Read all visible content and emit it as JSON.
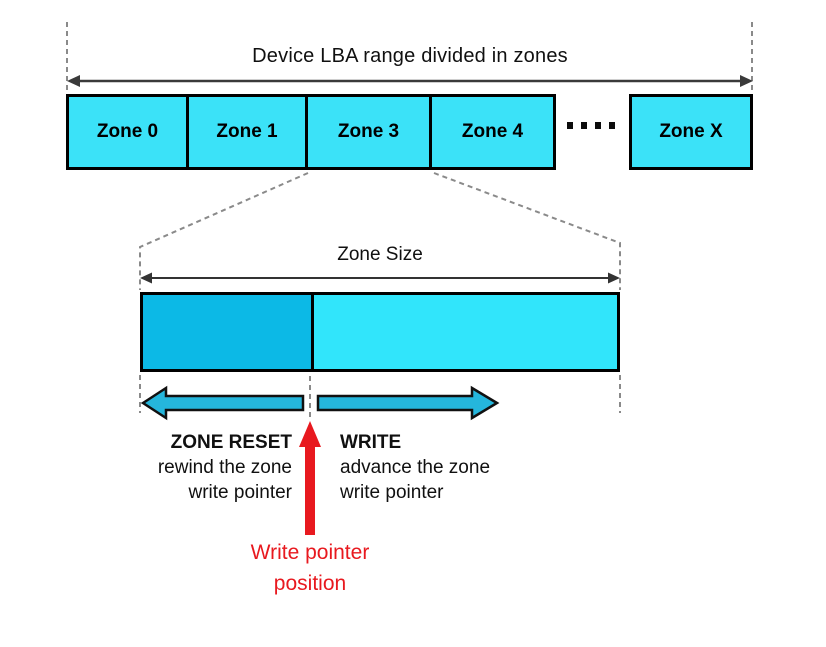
{
  "diagram_title": "Device LBA range divided in zones",
  "zones_row": {
    "labels": [
      "Zone 0",
      "Zone 1",
      "Zone 3",
      "Zone 4"
    ],
    "ellipsis_dots": 4,
    "last_zone_label": "Zone X"
  },
  "zone_detail": {
    "size_label": "Zone Size",
    "zone_reset": {
      "title": "ZONE RESET",
      "desc_line1": "rewind the zone",
      "desc_line2": "write pointer"
    },
    "write": {
      "title": "WRITE",
      "desc_line1": "advance the zone",
      "desc_line2": "write pointer"
    },
    "write_pointer": {
      "line1": "Write pointer",
      "line2": "position"
    }
  },
  "colors": {
    "zone-fill": "#3be2f8",
    "written-fill": "#0cb9e6",
    "unwritten-fill": "#31e5fb",
    "op-arrow-fill": "#25b6dc",
    "accent-red": "#e8191f",
    "line-dark": "#3a3a3a",
    "dash-gray": "#8a8a8a"
  }
}
